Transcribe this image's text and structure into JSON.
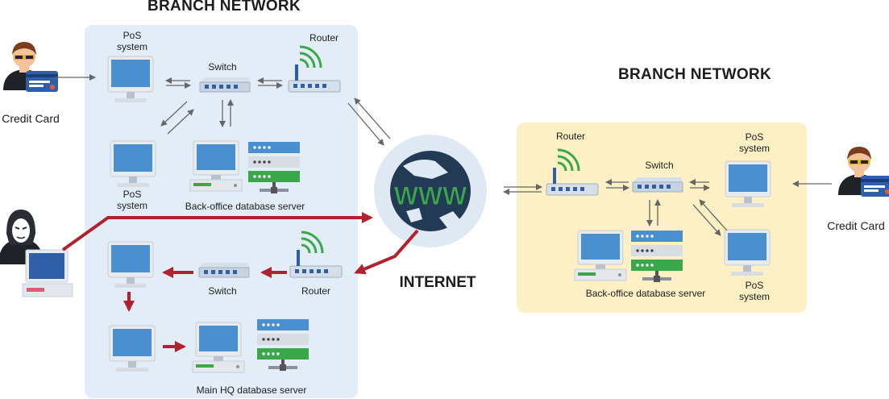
{
  "left_network": {
    "title": "BRANCH NETWORK",
    "pos_top": "PoS\nsystem",
    "router": "Router",
    "switch": "Switch",
    "pos_bottom": "PoS\nsystem",
    "backoffice": "Back-office database server",
    "hq_switch": "Switch",
    "hq_router": "Router",
    "hq_server": "Main HQ database server"
  },
  "right_network": {
    "title": "BRANCH NETWORK",
    "router": "Router",
    "switch": "Switch",
    "pos_top": "PoS\nsystem",
    "pos_bottom": "PoS\nsystem",
    "backoffice": "Back-office database server"
  },
  "internet": {
    "label": "INTERNET",
    "globe_text": "WWW"
  },
  "customer_left": {
    "label": "Credit Card"
  },
  "customer_right": {
    "label": "Credit Card"
  },
  "colors": {
    "left_bg": "#e3edf7",
    "right_bg": "#fcf0c4",
    "attack_red": "#b0222e",
    "monitor_blue": "#4a8fd0",
    "globe_green": "#3aa84a",
    "globe_dark": "#233a55",
    "signal_green": "#3aa84a"
  }
}
